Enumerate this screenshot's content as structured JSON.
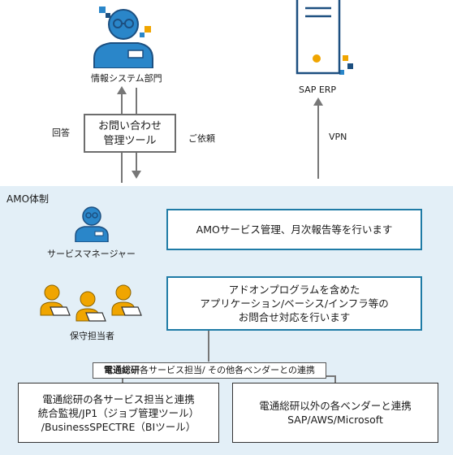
{
  "top": {
    "it_department_label": "情報システム部門",
    "sap_label": "SAP ERP",
    "answer_label": "回答",
    "request_label": "ご依頼",
    "vpn_label": "VPN",
    "inquiry_box": {
      "line1": "お問い合わせ",
      "line2": "管理ツール"
    }
  },
  "amo": {
    "section_label": "AMO体制",
    "service_manager_label": "サービスマネージャー",
    "maintenance_label": "保守担当者",
    "box1": "AMOサービス管理、月次報告等を行います",
    "box2": {
      "line1": "アドオンプログラムを含めた",
      "line2": "アプリケーション/ベーシス/インフラ等の",
      "line3": "お問合せ対応を行います"
    },
    "partner_tag": {
      "bold": "電通総研",
      "rest": "各サービス担当/ その他各ベンダーとの連携"
    },
    "box3": {
      "line1": "電通総研の各サービス担当と連携",
      "line2": "統合監視/JP1（ジョブ管理ツール）",
      "line3": "/BusinessSPECTRE（BIツール）"
    },
    "box4": {
      "line1": "電通総研以外の各ベンダーと連携",
      "line2": "SAP/AWS/Microsoft"
    }
  },
  "colors": {
    "navy": "#1c4f80",
    "blue": "#2a86c9",
    "orange": "#f0a500",
    "band": "#e3eff7"
  }
}
